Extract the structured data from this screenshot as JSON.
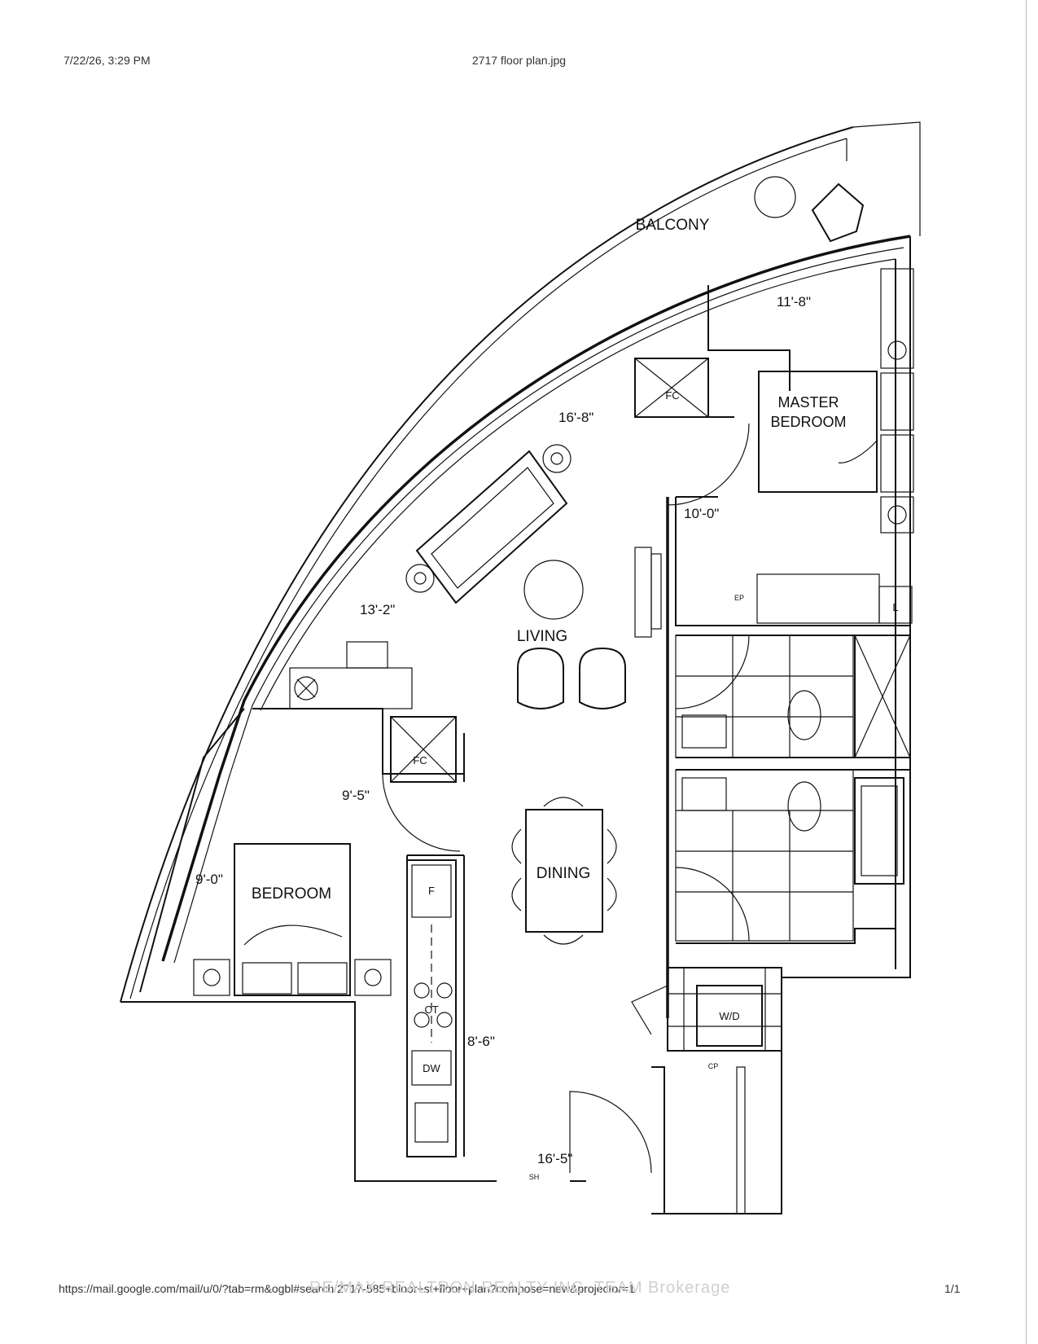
{
  "header": {
    "date": "7/22/26, 3:29 PM",
    "file": "2717 floor plan.jpg"
  },
  "footer": {
    "url": "https://mail.google.com/mail/u/0/?tab=rm&ogbl#search/2717-585+bloor+st+floor+plan?compose=new&projector=1",
    "page": "1/1",
    "watermark": "RE/MAX REALTRON REALTY INC. TEAM Brokerage"
  },
  "rooms": {
    "balcony": "BALCONY",
    "master_line1": "MASTER",
    "master_line2": "BEDROOM",
    "living": "LIVING",
    "dining": "DINING",
    "bedroom": "BEDROOM",
    "fc_top": "FC",
    "fc_mid": "FC",
    "wd": "W/D",
    "fridge": "F",
    "cooktop": "CT",
    "dishwasher": "DW",
    "linen": "L",
    "ep": "EP",
    "cp": "CP",
    "sh": "SH"
  },
  "dimensions": {
    "balcony_width": "11'-8\"",
    "living_width": "16'-8\"",
    "master_width": "10'-0\"",
    "living_depth": "13'-2\"",
    "bedroom_width": "9'-5\"",
    "bedroom_depth": "9'-0\"",
    "kitchen_width": "8'-6\"",
    "foyer_width": "16'-5\""
  }
}
